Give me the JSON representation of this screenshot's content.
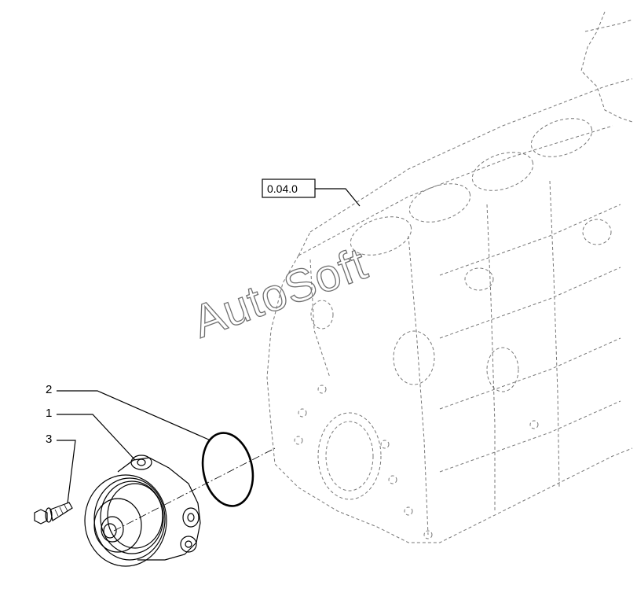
{
  "watermark": "AutoSoft",
  "reference_box": "0.04.0",
  "callouts": [
    {
      "number": "2",
      "part": "o-ring seal"
    },
    {
      "number": "1",
      "part": "water pump"
    },
    {
      "number": "3",
      "part": "bolt"
    }
  ]
}
